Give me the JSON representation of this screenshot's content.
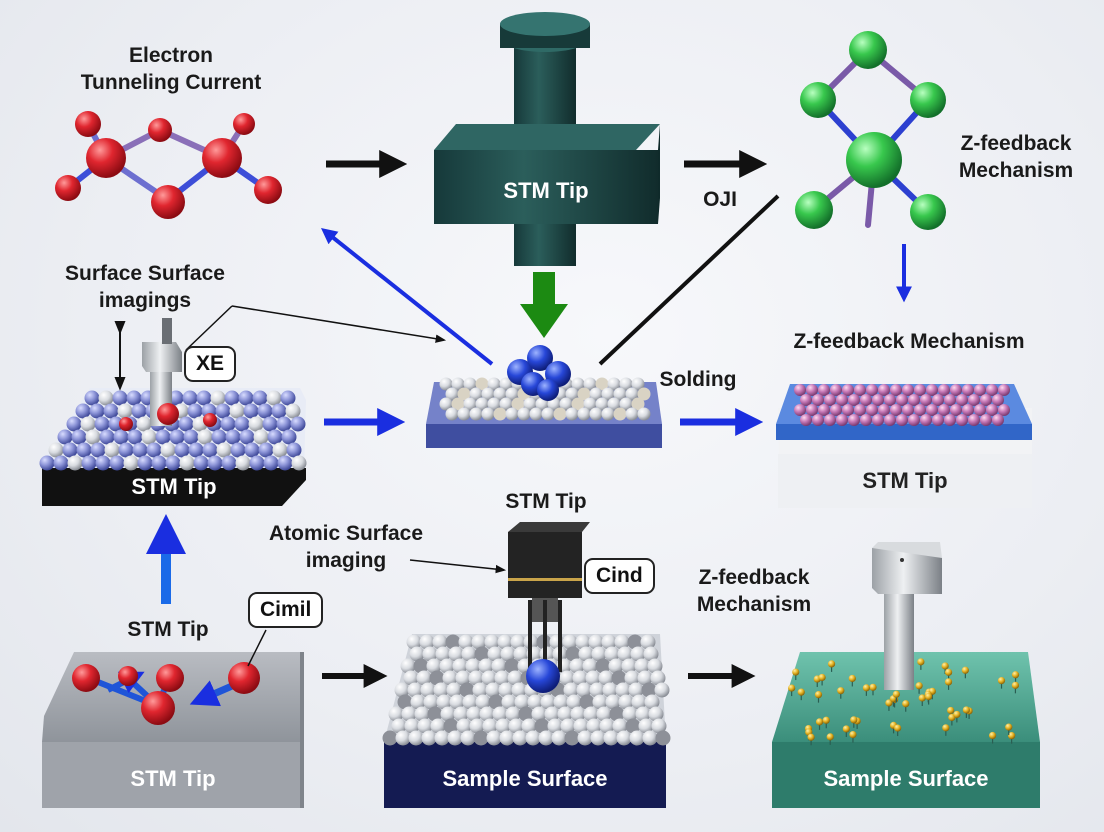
{
  "labels": {
    "electron_tunneling": "Electron\nTunneling Current",
    "oji": "OJI",
    "z_feedback_top": "Z-feedback\nMechanism",
    "surface_imaging": "Surface Surface\nimagings",
    "z_feedback_mid": "Z-feedback Mechanism",
    "solding": "Solding",
    "stm_tip_center": "STM Tip",
    "atomic_surface": "Atomic Surface\nimaging",
    "z_feedback_bottom": "Z-feedback\nMechanism",
    "stm_tip_left": "STM Tip"
  },
  "callouts": {
    "xe": "XE",
    "cind": "Cind",
    "cimil": "Cimil"
  },
  "plates": {
    "top_tip": "STM Tip",
    "mid_left": "STM Tip",
    "mid_right": "STM Tip",
    "bottom_left": "STM Tip",
    "bottom_center": "Sample Surface",
    "bottom_right": "Sample Surface"
  },
  "colors": {
    "tip_dark": "#1f4a48",
    "arrow_black": "#111111",
    "arrow_blue": "#1a2ee0",
    "arrow_green": "#1c8a12",
    "atom_red": "#d9202b",
    "atom_green": "#33c24a",
    "bond_purple": "#7a5aa8"
  }
}
